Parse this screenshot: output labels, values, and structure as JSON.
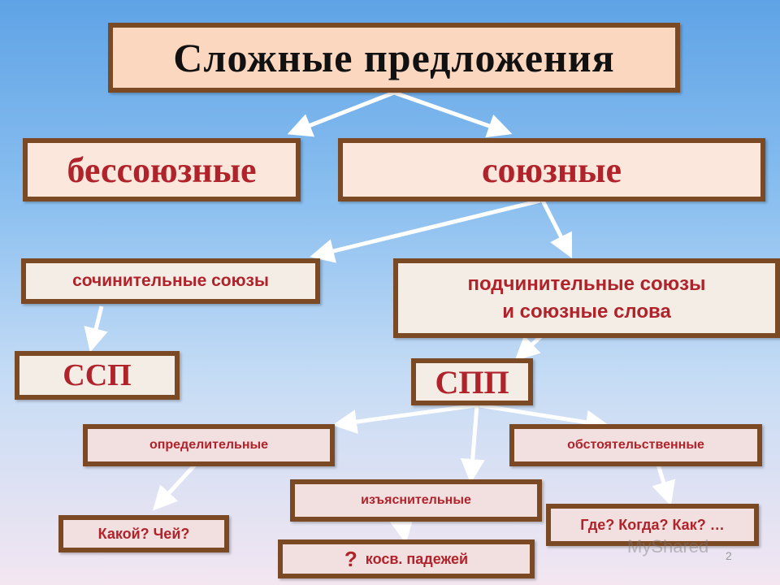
{
  "title": "Сложные предложения",
  "level1": {
    "left": "бессоюзные",
    "right": "союзные"
  },
  "level2": {
    "left": "сочинительные союзы",
    "right_line1": "подчинительные союзы",
    "right_line2": "и союзные слова"
  },
  "level3": {
    "ssp": "ССП",
    "spp": "СПП"
  },
  "types": {
    "attributive": "определительные",
    "adverbial": "обстоятельственные",
    "explanatory": "изъяснительные"
  },
  "questions": {
    "attributive": "Какой? Чей?",
    "adverbial": "Где? Когда? Как? …",
    "explanatory_mark": "?",
    "explanatory_text": "косв. падежей"
  },
  "watermark": "MyShared",
  "page_number": "2",
  "colors": {
    "box_border": "#7b4a25",
    "text_red": "#b0232a",
    "title_text": "#111111",
    "arrow": "#ffffff"
  }
}
